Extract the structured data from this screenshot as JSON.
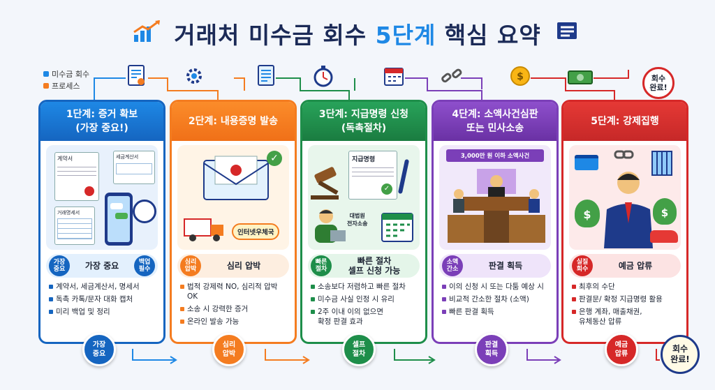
{
  "title_main": "거래처 미수금 회수 ",
  "title_highlight": "5단계",
  "title_end": " 핵심 요약",
  "legend": {
    "line1": "미수금 회수",
    "line2": "프로세스"
  },
  "colors": {
    "step1": "#1565c0",
    "step2": "#f47c20",
    "step3": "#1e8e4a",
    "step4": "#7b3fb8",
    "step5": "#d62828"
  },
  "steps": [
    {
      "head1": "1단계: 증거 확보",
      "head2": "(가장 중요!)",
      "illus": {
        "a": "계약서",
        "b": "세금계산서",
        "c": "거래명세서"
      },
      "badge_left": "가장\n중요",
      "badge_label": "가장 중요",
      "badge_right": "백업\n필수",
      "bullets": [
        "계약서, 세금계산서, 명세서",
        "독촉 카톡/문자 대화 캡처",
        "미리 백업 및 정리"
      ],
      "foot": "가장\n중요"
    },
    {
      "head1": "2단계: 내용증명 발송",
      "head2": "",
      "illus": {
        "a": "인터넷우체국"
      },
      "badge_left": "심리\n압박",
      "badge_label": "심리 압박",
      "bullets": [
        "법적 강제력 NO, 심리적 압박 OK",
        "소송 시 강력한 증거",
        "온라인 발송 가능"
      ],
      "foot": "심리\n압박"
    },
    {
      "head1": "3단계: 지급명령 신청",
      "head2": "(독촉절차)",
      "illus": {
        "a": "지급명령",
        "b": "대법원\n전자소송"
      },
      "badge_left": "빠른\n절차",
      "badge_label": "빠른 절차\n셀프 신청 가능",
      "bullets": [
        "소송보다 저렴하고 빠른 절차",
        "미수금 사실 인정 시 유리",
        "2주 이내 이의 없으면\n확정 판결 효과"
      ],
      "foot": "셀프\n절차"
    },
    {
      "head1": "4단계: 소액사건심판",
      "head2": "또는 민사소송",
      "illus": {
        "a": "3,000만 원 이하 소액사건"
      },
      "badge_left": "소액\n간소",
      "badge_label": "판결 획득",
      "bullets": [
        "이의 신청 시 또는 다툼 예상 시",
        "비교적 간소한 절차 (소액)",
        "빠른 판결 획득"
      ],
      "foot": "판결\n획득"
    },
    {
      "head1": "5단계: 강제집행",
      "head2": "",
      "illus": {},
      "badge_left": "실질\n회수",
      "badge_label": "예금 압류",
      "bullets": [
        "최후의 수단",
        "판결문/ 확정 지급명령 활용",
        "은행 계좌, 매출채권,\n유체동산 압류"
      ],
      "foot": "예금\n압류"
    }
  ],
  "done_top": "회수\n완료!",
  "done_bottom": "회수\n완료!"
}
